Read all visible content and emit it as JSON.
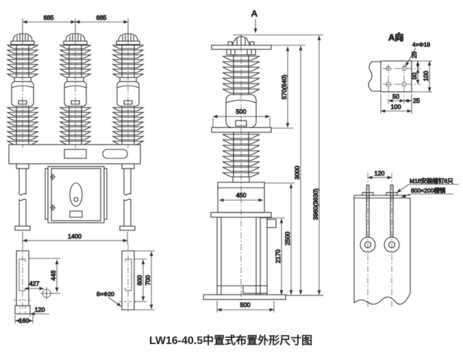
{
  "caption": "LW16-40.5中置式布置外形尺寸图",
  "front_view": {
    "dim_spacing_left": "685",
    "dim_spacing_right": "685",
    "dim_overall_width": "1400"
  },
  "left_leg_detail": {
    "dim_hole_offset_x": "427",
    "dim_hole_offset_y": "448",
    "dim_foot_lip": "120",
    "dim_foot_width": "160"
  },
  "right_leg_detail": {
    "holes_note": "8×Φ20",
    "dim_channel_height": "600",
    "dim_leg_height": "700"
  },
  "side_view": {
    "view_arrow_label": "A",
    "dim_flange_width": "500",
    "dim_pole_height": "570(640)",
    "dim_tank_width": "450",
    "dim_height_frame": "2170",
    "dim_height_tank": "2500",
    "dim_height_flange": "3000",
    "dim_height_total": "3960(3630)",
    "dim_base_width": "500"
  },
  "a_view": {
    "title": "A向",
    "holes_note": "4×Φ18",
    "dim_top_margin": "25",
    "dim_hole_pitch_v": "50",
    "dim_pad_height": "100",
    "dim_hole_pitch_h": "50",
    "dim_right_margin": "25",
    "dim_pad_width": "100"
  },
  "foundation_view": {
    "dim_bolt_pitch": "120",
    "bolt_note": "M16安装螺钉8只",
    "channel_note": "800×200槽钢"
  }
}
